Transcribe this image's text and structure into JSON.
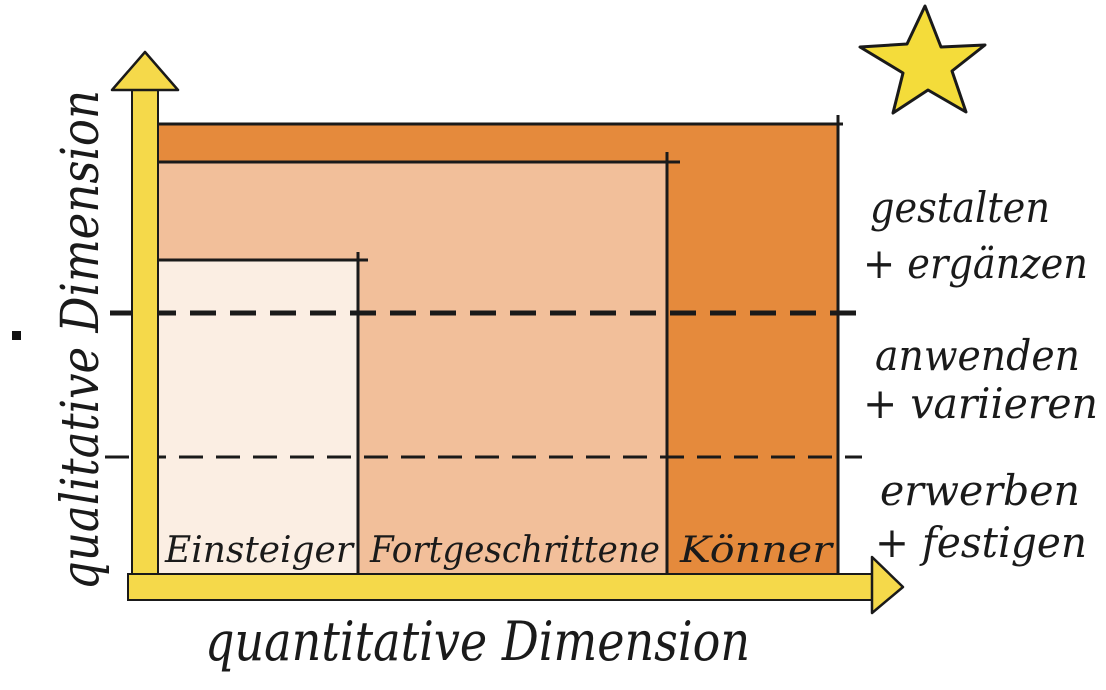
{
  "axes": {
    "y_label": "qualitative Dimension",
    "x_label": "quantitative Dimension"
  },
  "levels": [
    {
      "line1": "gestalten",
      "line2": "+ ergänzen"
    },
    {
      "line1": "anwenden",
      "line2": "+ variieren"
    },
    {
      "line1": "erwerben",
      "line2": "+ festigen"
    }
  ],
  "groups": [
    {
      "label": "Einsteiger"
    },
    {
      "label": "Fortgeschrittene"
    },
    {
      "label": "Könner"
    }
  ],
  "colors": {
    "axis_arrow": "#f5d94a",
    "star": "#f4dc3a",
    "koenner_fill": "#e58a3c",
    "fortgeschrittene_fill": "#f2bf9a",
    "einsteiger_fill": "#fbeee3",
    "ink": "#1a1a1a"
  }
}
